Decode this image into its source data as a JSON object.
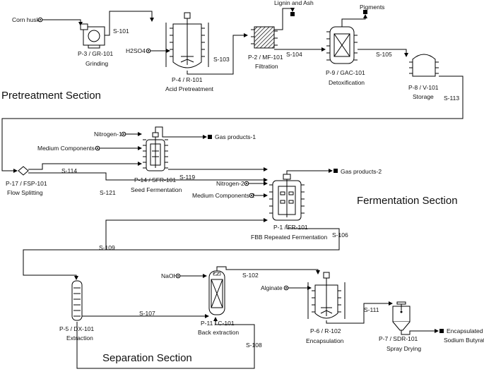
{
  "sections": {
    "pretreatment": "Pretreatment Section",
    "fermentation": "Fermentation Section",
    "separation": "Separation Section"
  },
  "units": {
    "gr101": {
      "id": "P-3 / GR-101",
      "name": "Grinding"
    },
    "r101": {
      "id": "P-4 / R-101",
      "name": "Acid Pretreatment"
    },
    "mf101": {
      "id": "P-2 / MF-101",
      "name": "Filtration"
    },
    "gac101": {
      "id": "P-9 / GAC-101",
      "name": "Detoxification"
    },
    "v101": {
      "id": "P-8 / V-101",
      "name": "Storage"
    },
    "fsp101": {
      "id": "P-17 / FSP-101",
      "name": "Flow Splitting"
    },
    "sfr101": {
      "id": "P-14 / SFR-101",
      "name": "Seed Fermentation"
    },
    "fr101": {
      "id": "P-1 / FR-101",
      "name": "FBB Repeated Fermentation"
    },
    "dx101": {
      "id": "P-5 / DX-101",
      "name": "Extraction"
    },
    "c101": {
      "id": "P-11 / C-101",
      "name": "Back extraction"
    },
    "r102": {
      "id": "P-6 / R-102",
      "name": "Encapsulation"
    },
    "sdr101": {
      "id": "P-7 / SDR-101",
      "name": "Spray Drying"
    }
  },
  "streams": {
    "corn_husk": "Corn husk",
    "h2so4": "H2SO4",
    "lignin": "Lignin and Ash",
    "pigments": "Pigments",
    "nitrogen1": "Nitrogen-1",
    "medium1": "Medium Components-1",
    "gas1": "Gas products-1",
    "nitrogen2": "Nitrogen-2",
    "medium2": "Medium Components-2",
    "gas2": "Gas products-2",
    "naoh": "NaOH",
    "alginate": "Alginate",
    "product1": "Encapsulated",
    "product2": "Sodium Butyrate",
    "s101": "S-101",
    "s103": "S-103",
    "s104": "S-104",
    "s105": "S-105",
    "s113": "S-113",
    "s114": "S-114",
    "s119": "S-119",
    "s121": "S-121",
    "s106": "S-106",
    "s109": "S-109",
    "s102": "S-102",
    "s107": "S-107",
    "s108": "S-108",
    "s111": "S-111"
  }
}
